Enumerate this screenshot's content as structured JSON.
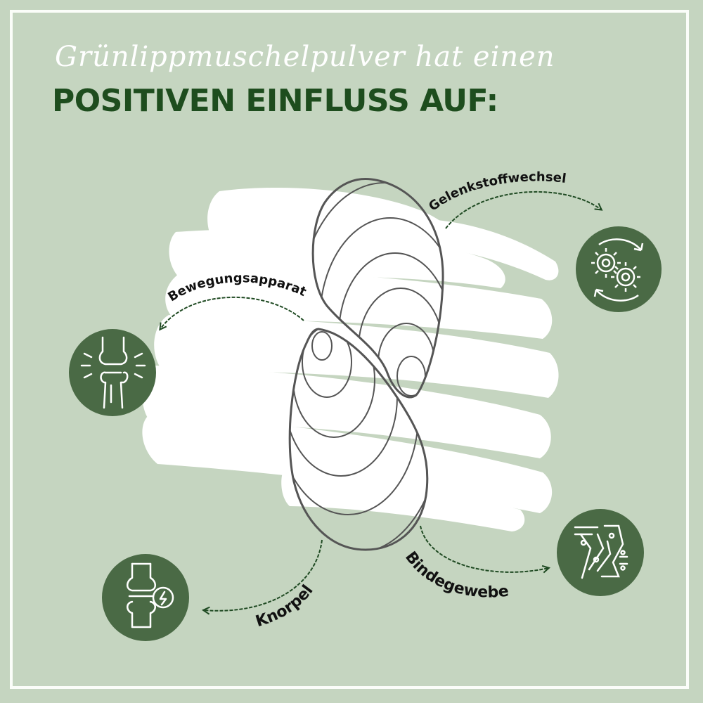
{
  "title": {
    "script_line": "Grünlippmuschelpulver hat einen",
    "main_line": "POSITIVEN EINFLUSS AUF:"
  },
  "benefits": [
    {
      "label": "Gelenkstoffwechsel",
      "icon": "gears-cycle-icon"
    },
    {
      "label": "Bewegungsapparat",
      "icon": "knee-joint-icon"
    },
    {
      "label": "Bindegewebe",
      "icon": "connective-tissue-icon"
    },
    {
      "label": "Knorpel",
      "icon": "cartilage-joint-icon"
    }
  ],
  "colors": {
    "background": "#c5d5c0",
    "title_green": "#1e4d1e",
    "icon_circle": "#4a6a45",
    "arrow": "#1f4a22",
    "shell_stroke": "#555555",
    "brush": "#ffffff"
  }
}
